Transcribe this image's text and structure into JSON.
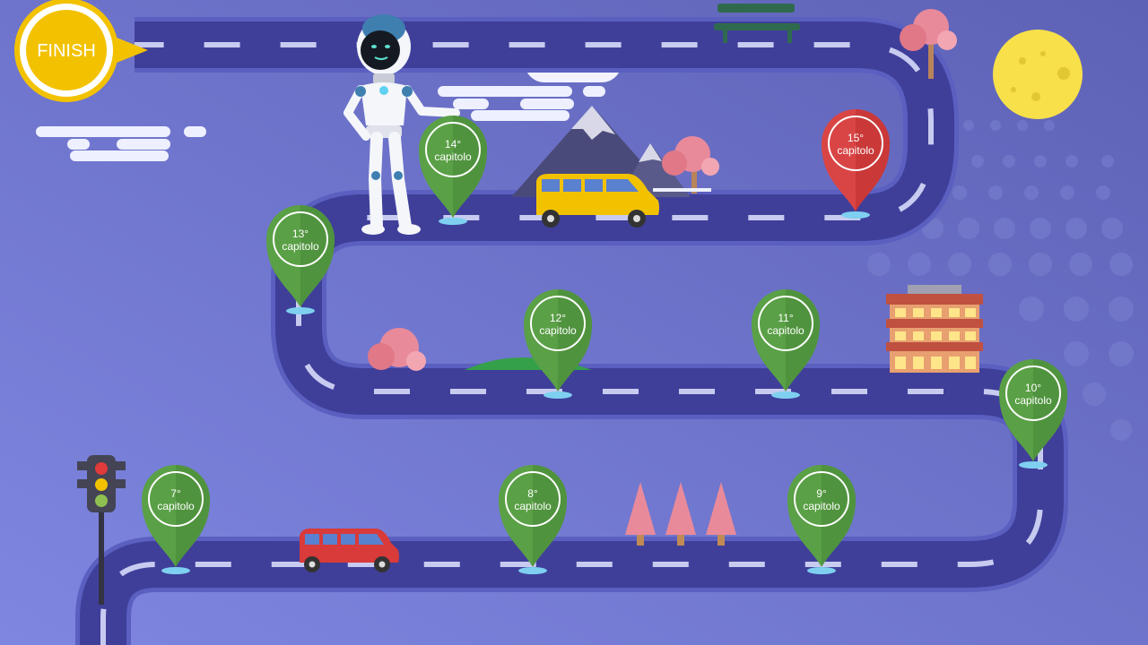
{
  "finish": {
    "label": "FINISH"
  },
  "chapters": [
    {
      "number": "7°",
      "word": "capitolo",
      "variant": "green"
    },
    {
      "number": "8°",
      "word": "capitolo",
      "variant": "green"
    },
    {
      "number": "9°",
      "word": "capitolo",
      "variant": "green"
    },
    {
      "number": "10°",
      "word": "capitolo",
      "variant": "green"
    },
    {
      "number": "11°",
      "word": "capitolo",
      "variant": "green"
    },
    {
      "number": "12°",
      "word": "capitolo",
      "variant": "green"
    },
    {
      "number": "13°",
      "word": "capitolo",
      "variant": "green"
    },
    {
      "number": "14°",
      "word": "capitolo",
      "variant": "green"
    },
    {
      "number": "15°",
      "word": "capitolo",
      "variant": "red"
    }
  ],
  "colors": {
    "background": "#6a70c8",
    "road": "#3f3f9a",
    "road_edge": "#5a5fc0",
    "dash": "#c8cbf0",
    "pin_green": "#5aa046",
    "pin_green_dark": "#4a8a38",
    "pin_red": "#d94545",
    "pin_base": "#7fd0f0",
    "finish_yellow": "#f2c200",
    "moon": "#f7e04a"
  }
}
